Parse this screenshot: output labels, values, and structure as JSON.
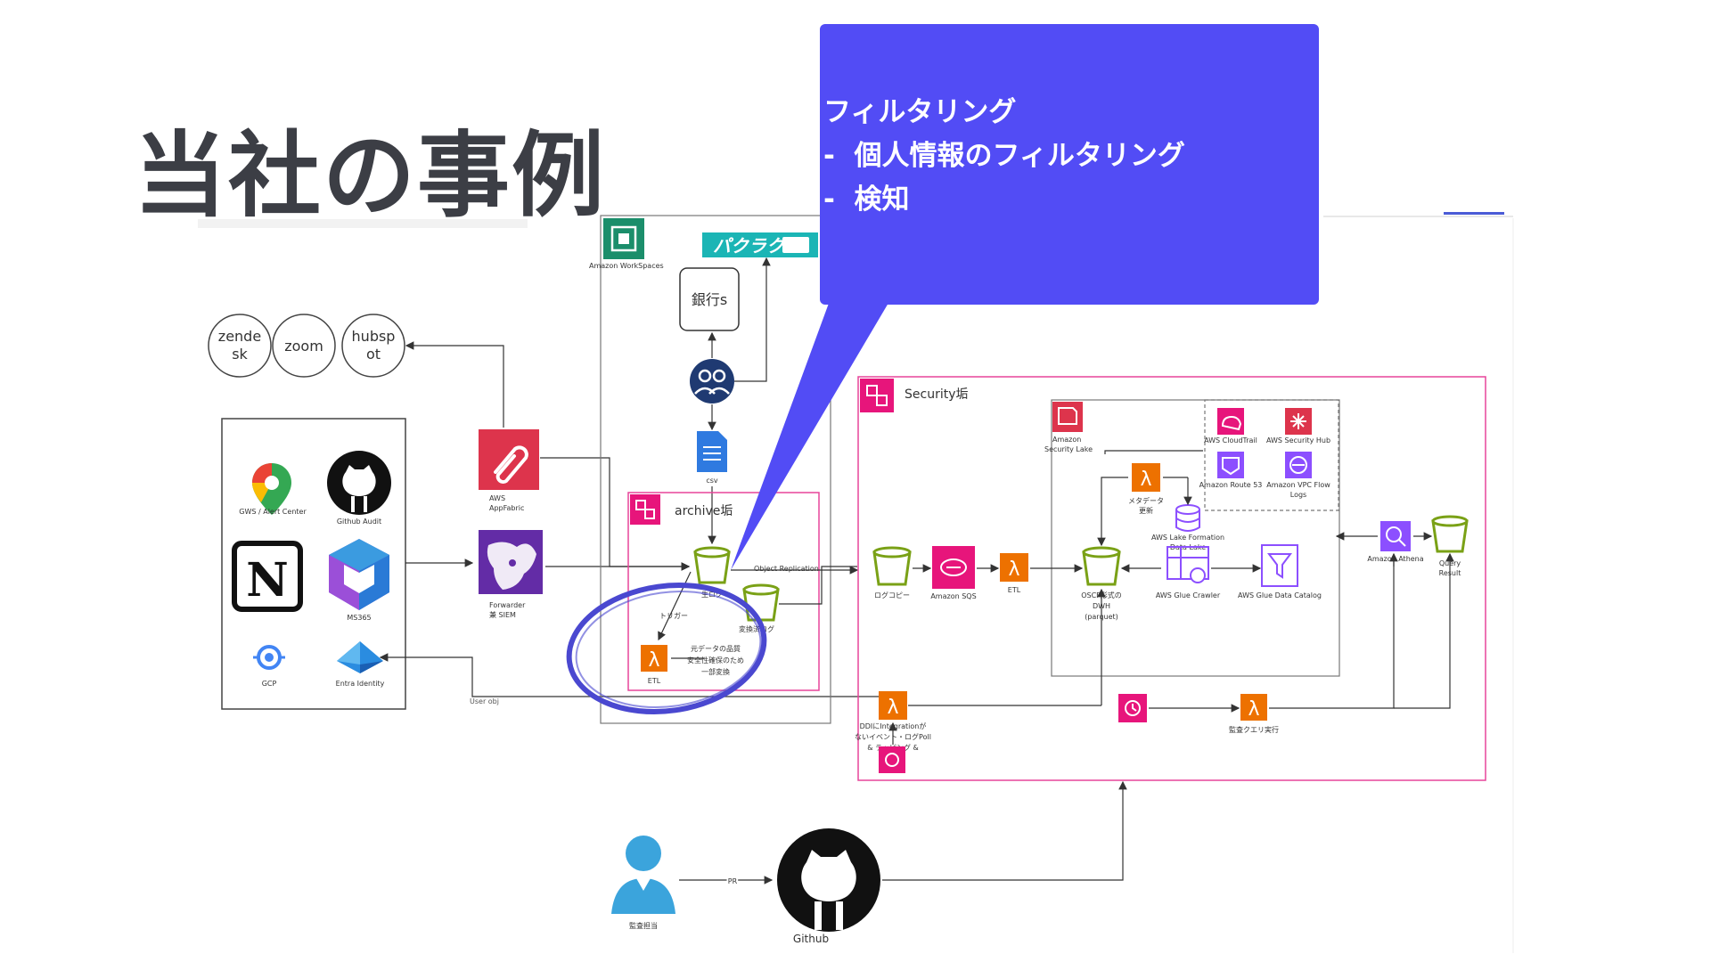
{
  "title": "当社の事例",
  "callout": {
    "line1": "フィルタリング",
    "line2": "-  個人情報のフィルタリング",
    "line3": "-  検知"
  },
  "saas": [
    "zende\nsk",
    "zoom",
    "hubsp\not"
  ],
  "sources": {
    "gws": "GWS / Alert Center",
    "github_audit": "Github Audit",
    "ms365": "MS365",
    "gcp": "GCP",
    "entra": "Entra Identity"
  },
  "appfabric": "AWS\nAppFabric",
  "forwarder": "Forwarder\n兼 SIEM",
  "user_obj": "User obj",
  "workspaces": "Amazon WorkSpaces",
  "rakuraku": "パクラク",
  "bank": "銀行s",
  "csv": "csv",
  "archive": {
    "label": "archive垢",
    "raw": "生ログ",
    "replication": "Object Replication",
    "trigger": "トリガー",
    "etl": "ETL",
    "transformed": "変換済ログ",
    "note": "元データの品質\n安全性確保のため\n一部変換"
  },
  "security": {
    "label": "Security垢",
    "log_copy": "ログコピー",
    "sqs": "Amazon SQS",
    "etl": "ETL",
    "dwh": "OSCF形式の\nDWH\n(parquet)",
    "security_lake": "Amazon\nSecurity Lake",
    "cloudtrail": "AWS CloudTrail",
    "security_hub": "AWS Security Hub",
    "route53": "Amazon Route 53",
    "vpc_flow": "Amazon VPC Flow\nLogs",
    "metadata": "メタデータ\n更新",
    "lake_formation": "AWS Lake Formation\nData Lake",
    "glue_crawler": "AWS Glue Crawler",
    "glue_catalog": "AWS Glue Data Catalog",
    "athena": "Amazon Athena",
    "query_result": "Query\nResult",
    "ddi": "DDIにIntegrationが\nないイベント・ログPoll\n& ラッピング &\n送信",
    "audit_query": "監査クエリ実行"
  },
  "bottom": {
    "auditor": "監査担当",
    "pr": "PR",
    "github": "Github"
  },
  "colors": {
    "callout": "#524cf5",
    "security_border": "#e7459a",
    "aws_orange": "#ed7100",
    "aws_green": "#7aa116",
    "aws_pink": "#e7157b",
    "aws_purple": "#8c4fff",
    "aws_red": "#dd344c",
    "annotation_circle": "#4a48d0"
  }
}
